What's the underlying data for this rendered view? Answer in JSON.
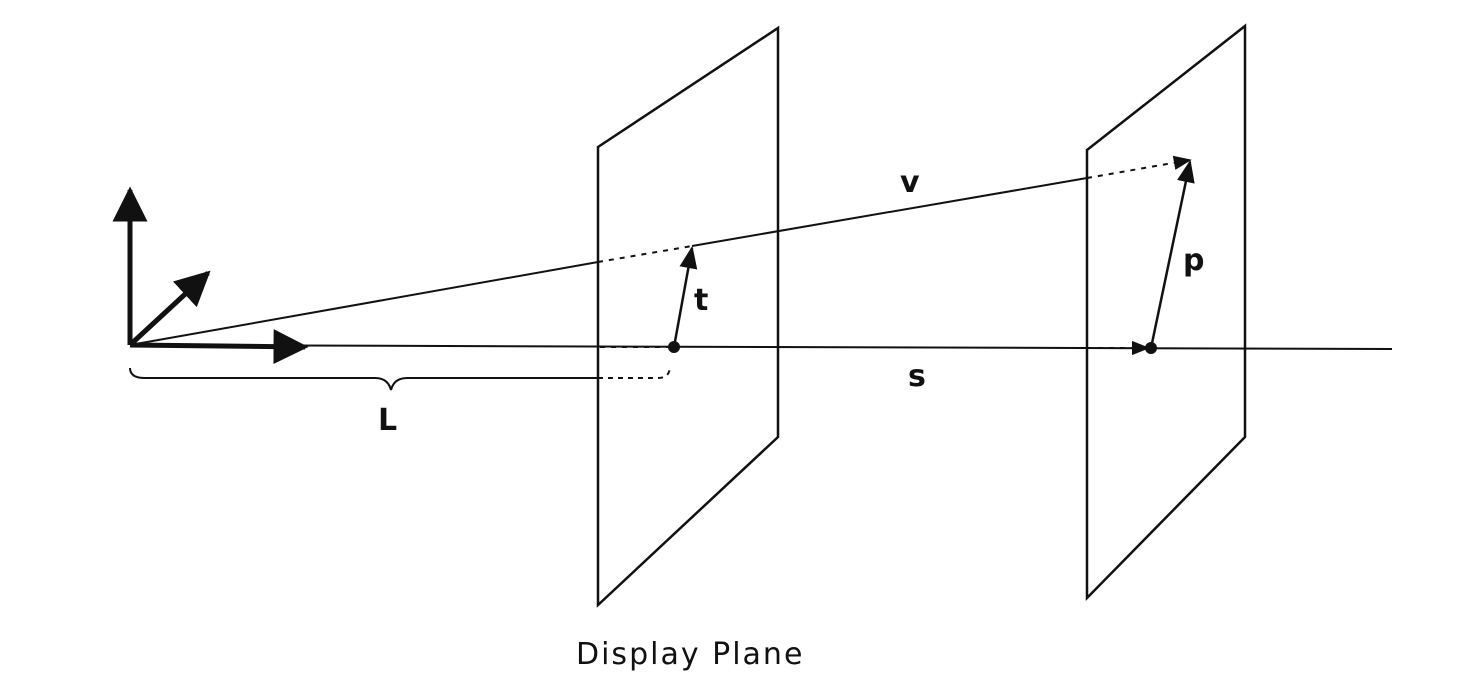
{
  "labels": {
    "v": "v",
    "t": "t",
    "p": "p",
    "L": "L",
    "s": "s",
    "caption": "Display Plane"
  }
}
